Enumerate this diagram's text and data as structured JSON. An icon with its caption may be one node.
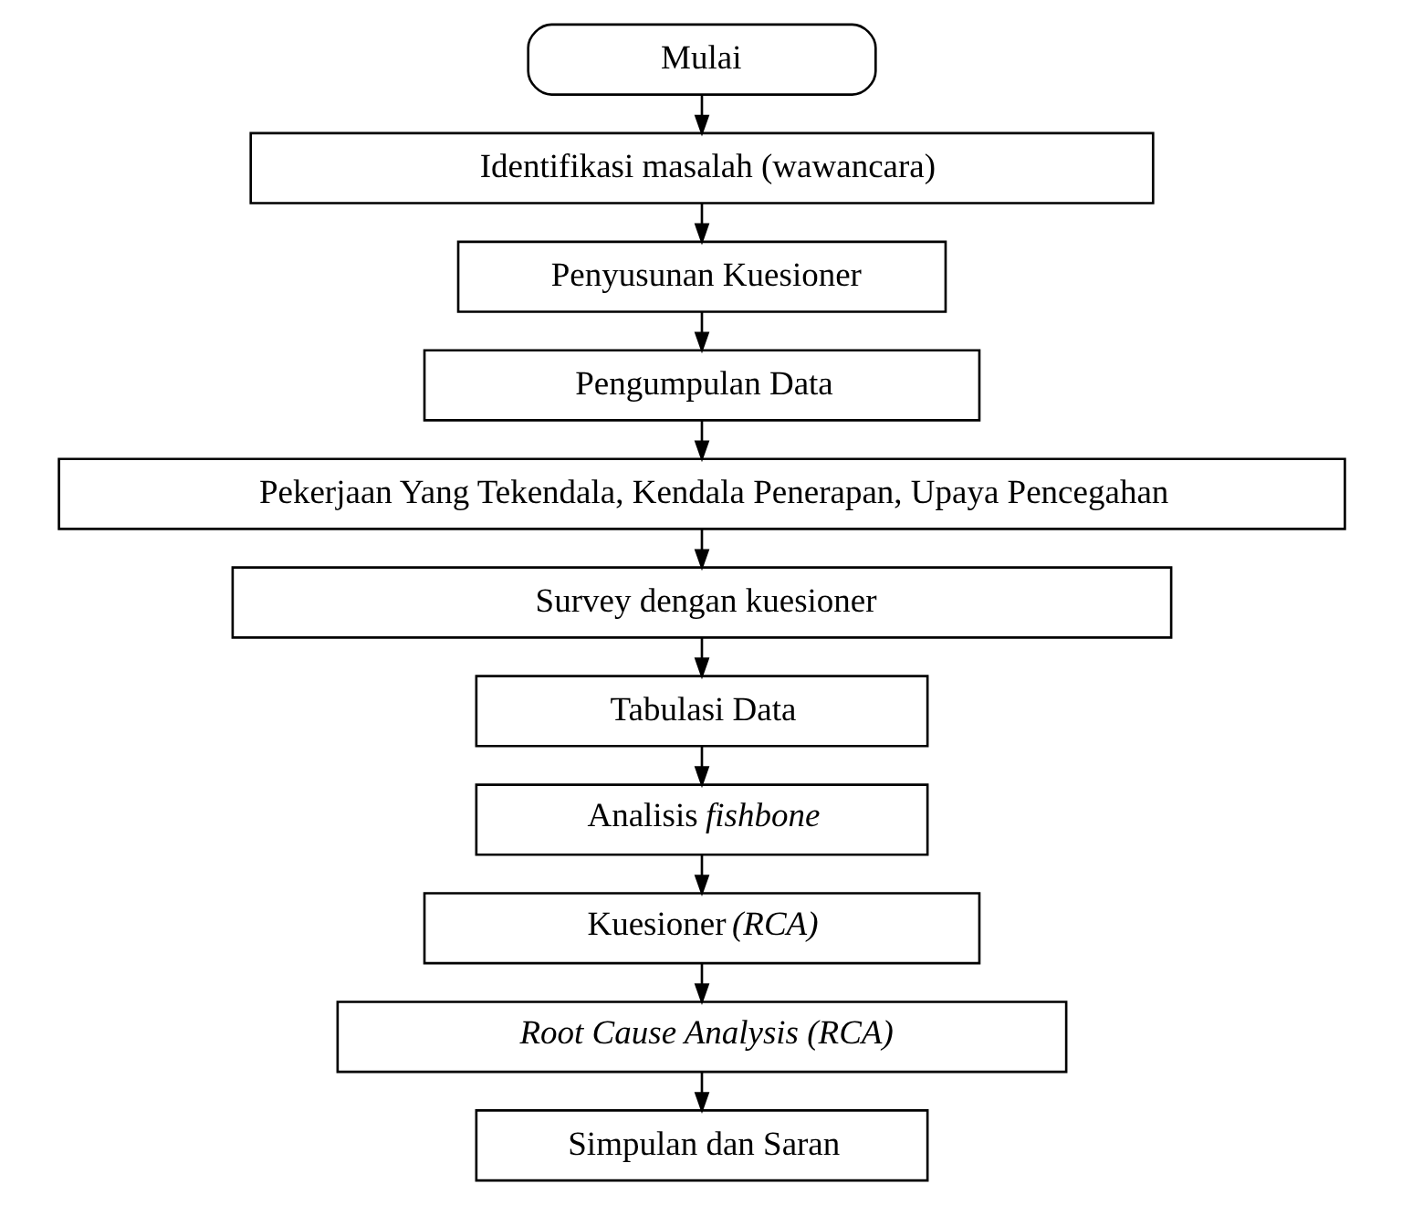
{
  "diagram": {
    "nodes": [
      {
        "text": [
          "Mulai"
        ]
      },
      {
        "text": [
          "Identifikasi masalah (wawancara)"
        ]
      },
      {
        "text": [
          "Penyusunan Kuesioner"
        ]
      },
      {
        "text": [
          "Pengumpulan Data"
        ]
      },
      {
        "text": [
          "Pekerjaan Yang Tekendala, Kendala Penerapan, Upaya Pencegahan"
        ]
      },
      {
        "text": [
          "Survey dengan kuesioner"
        ]
      },
      {
        "text": [
          "Tabulasi Data"
        ]
      },
      {
        "text": [
          "Analisis *fishbone*"
        ]
      },
      {
        "text": [
          "Kuesioner *(RCA)*"
        ]
      },
      {
        "text": [
          "Root Cause Analysis (RCA)"
        ]
      },
      {
        "text": [
          "Simpulan dan Saran"
        ]
      }
    ],
    "edges": [
      {
        "from": 0,
        "to": 1,
        "arrow": "to"
      },
      {
        "from": 1,
        "to": 2,
        "arrow": "to"
      },
      {
        "from": 2,
        "to": 3,
        "arrow": "to"
      },
      {
        "from": 3,
        "to": 4,
        "arrow": "to"
      },
      {
        "from": 4,
        "to": 5,
        "arrow": "to"
      },
      {
        "from": 5,
        "to": 6,
        "arrow": "to"
      },
      {
        "from": 6,
        "to": 7,
        "arrow": "to"
      },
      {
        "from": 7,
        "to": 8,
        "arrow": "to"
      },
      {
        "from": 8,
        "to": 9,
        "arrow": "to"
      },
      {
        "from": 9,
        "to": 10,
        "arrow": "to"
      }
    ]
  }
}
